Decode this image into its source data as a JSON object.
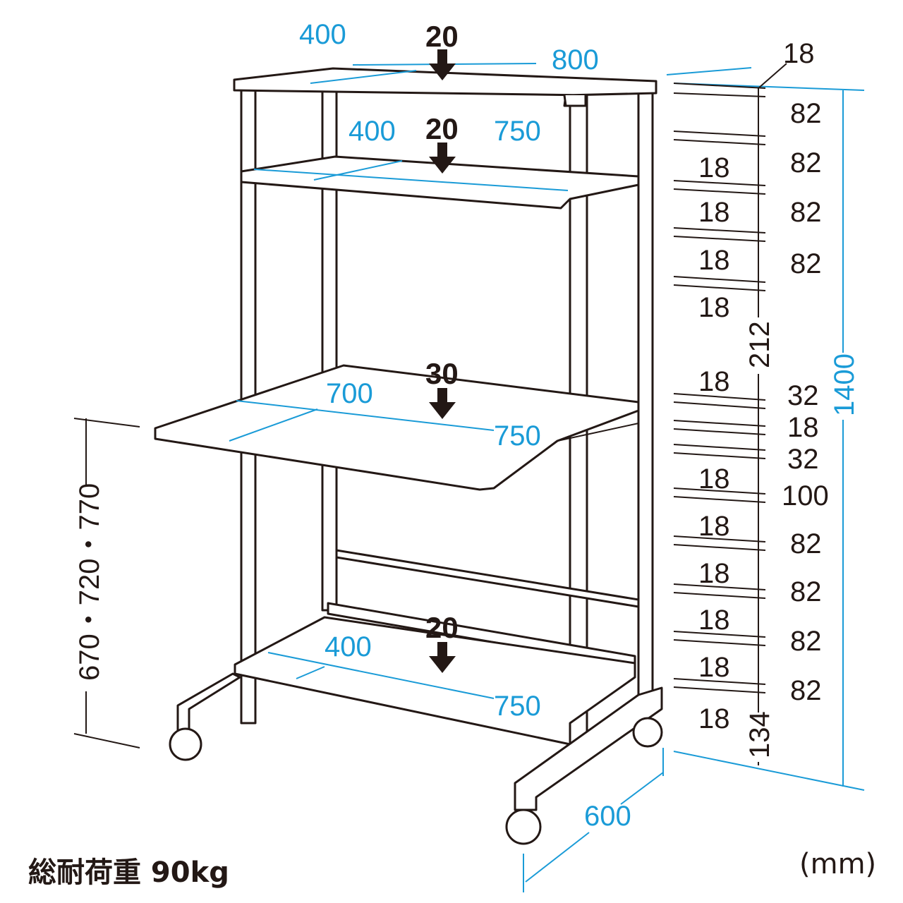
{
  "colors": {
    "dimension_blue": "#1a9bd7",
    "line_black": "#231815"
  },
  "top_shelf": {
    "depth": "400",
    "width": "800",
    "load": "20"
  },
  "second_shelf": {
    "depth": "400",
    "width": "750",
    "load": "20"
  },
  "keyboard_shelf": {
    "depth": "700",
    "width": "750",
    "load": "30"
  },
  "bottom_shelf": {
    "depth": "400",
    "width": "750",
    "load": "20"
  },
  "overall": {
    "depth": "600",
    "height": "1400",
    "keyboard_height": "670・720・770"
  },
  "pitch_labels": {
    "top_thickness": "18",
    "right": [
      "82",
      "82",
      "82",
      "82",
      "32",
      "18",
      "32",
      "100",
      "82",
      "82",
      "82",
      "82"
    ],
    "left": [
      "18",
      "18",
      "18",
      "18",
      "18",
      "18",
      "18",
      "18",
      "18",
      "18",
      "18"
    ],
    "gap_212": "212",
    "base_134": "134"
  },
  "footer": {
    "total_load": "総耐荷重 90kg",
    "unit": "(mm)"
  }
}
